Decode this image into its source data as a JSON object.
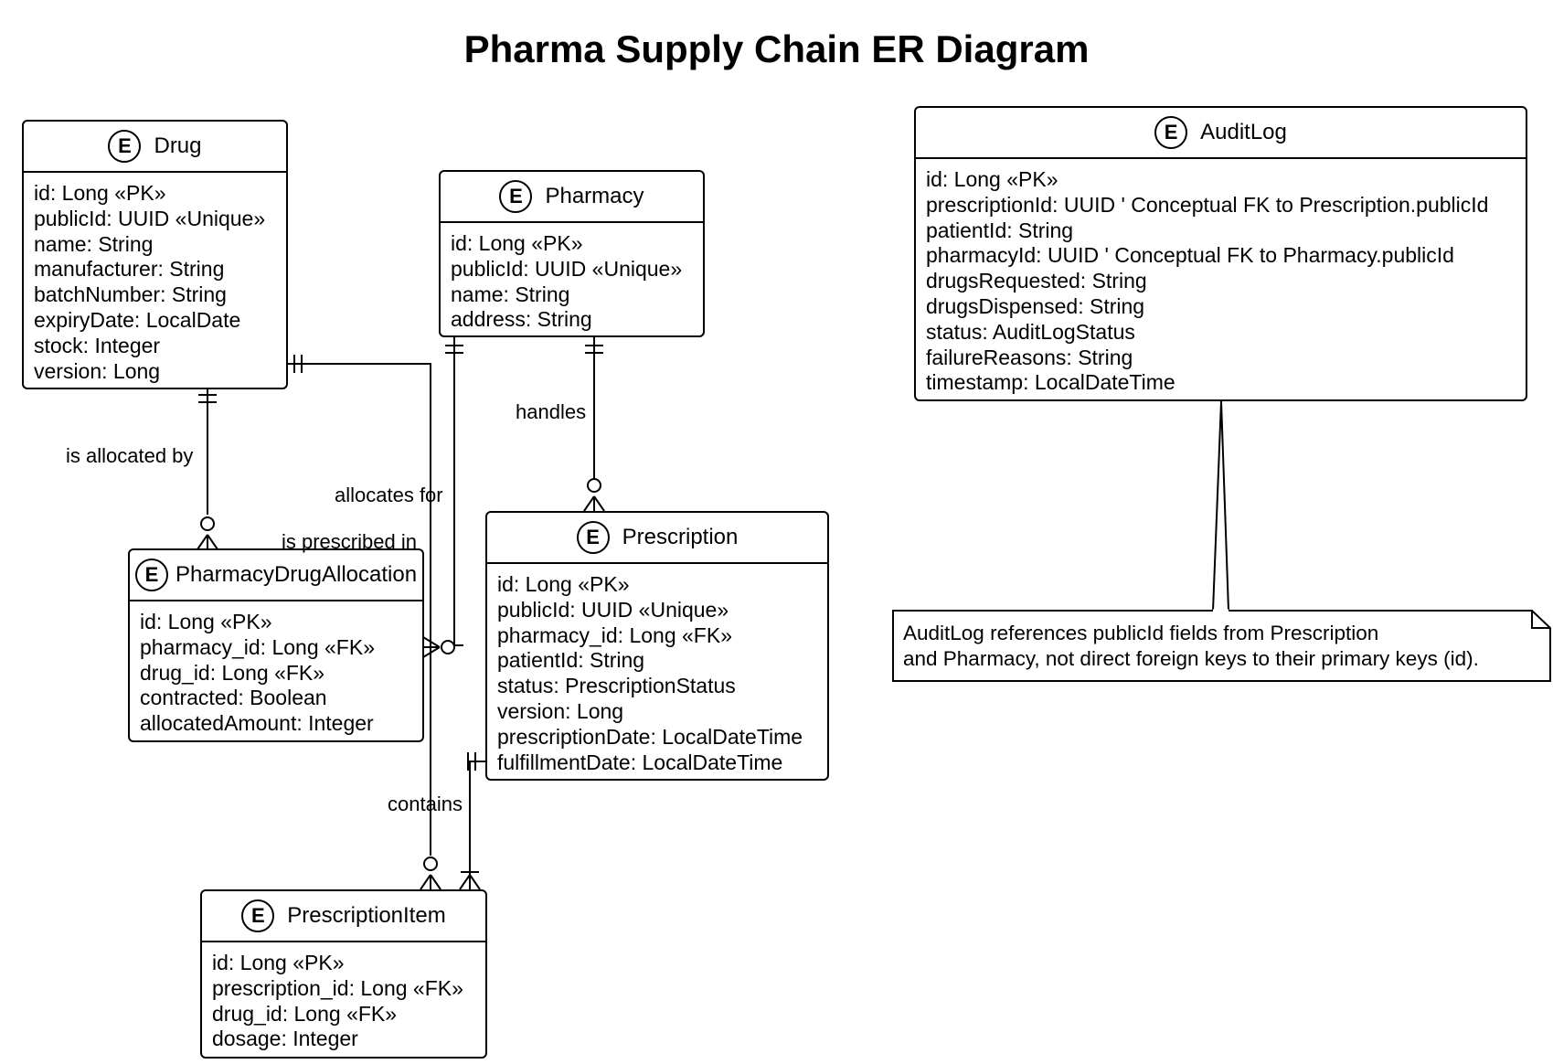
{
  "title": "Pharma Supply Chain ER Diagram",
  "entity_badge": "E",
  "entities": {
    "drug": {
      "name": "Drug",
      "fields": [
        "id: Long «PK»",
        "publicId: UUID «Unique»",
        "name: String",
        "manufacturer: String",
        "batchNumber: String",
        "expiryDate: LocalDate",
        "stock: Integer",
        "version: Long"
      ]
    },
    "pharmacy": {
      "name": "Pharmacy",
      "fields": [
        "id: Long «PK»",
        "publicId: UUID «Unique»",
        "name: String",
        "address: String"
      ]
    },
    "audit_log": {
      "name": "AuditLog",
      "fields": [
        "id: Long «PK»",
        "prescriptionId: UUID ' Conceptual FK to Prescription.publicId",
        "patientId: String",
        "pharmacyId: UUID ' Conceptual FK to Pharmacy.publicId",
        "drugsRequested: String",
        "drugsDispensed: String",
        "status: AuditLogStatus",
        "failureReasons: String",
        "timestamp: LocalDateTime"
      ]
    },
    "pharmacy_drug_allocation": {
      "name": "PharmacyDrugAllocation",
      "fields": [
        "id: Long «PK»",
        "pharmacy_id: Long «FK»",
        "drug_id: Long «FK»",
        "contracted: Boolean",
        "allocatedAmount: Integer"
      ]
    },
    "prescription": {
      "name": "Prescription",
      "fields": [
        "id: Long «PK»",
        "publicId: UUID «Unique»",
        "pharmacy_id: Long «FK»",
        "patientId: String",
        "status: PrescriptionStatus",
        "version: Long",
        "prescriptionDate: LocalDateTime",
        "fulfillmentDate: LocalDateTime"
      ]
    },
    "prescription_item": {
      "name": "PrescriptionItem",
      "fields": [
        "id: Long «PK»",
        "prescription_id: Long «FK»",
        "drug_id: Long «FK»",
        "dosage: Integer"
      ]
    }
  },
  "relationships": {
    "is_allocated_by": "is allocated by",
    "allocates_for": "allocates for",
    "is_prescribed_in": "is prescribed in",
    "handles": "handles",
    "contains": "contains"
  },
  "note": {
    "lines": [
      "AuditLog references publicId fields from Prescription",
      "and Pharmacy, not direct foreign keys to their primary keys (id)."
    ]
  }
}
